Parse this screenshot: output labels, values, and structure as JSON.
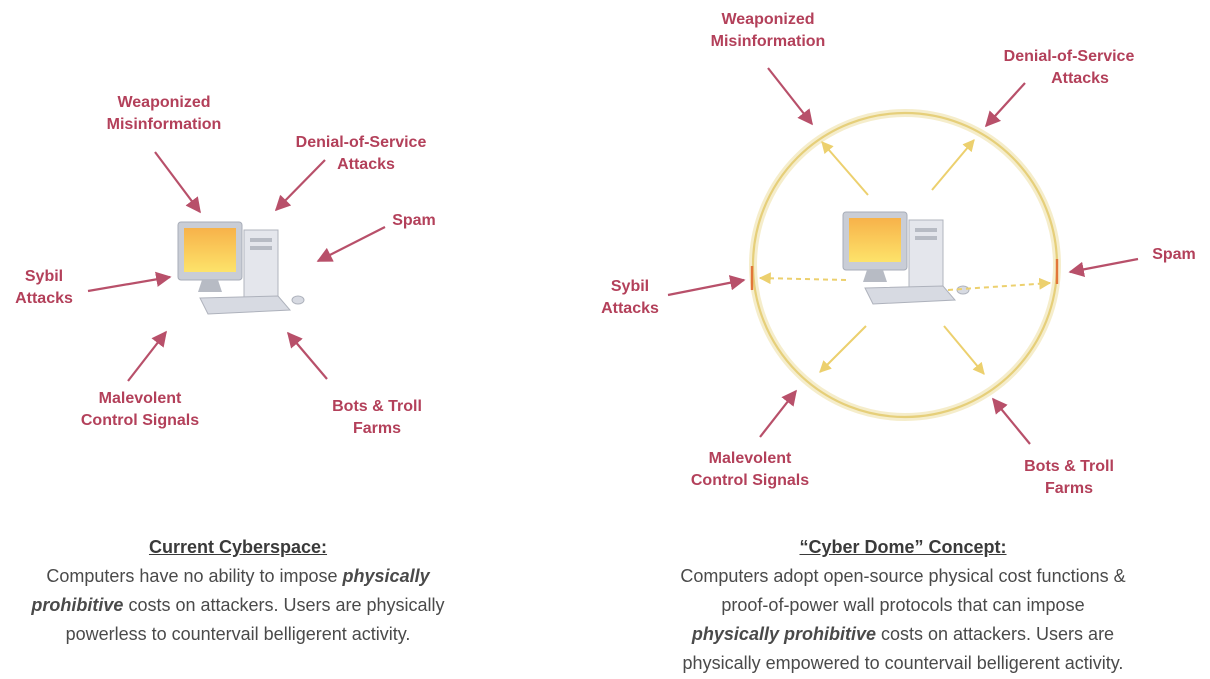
{
  "colors": {
    "threat_label": "#b3405a",
    "threat_arrow": "#b8506a",
    "dome": "#ead78a",
    "deflect_arrow": "#ecd06e",
    "caption_text": "#4a4a4a"
  },
  "left_panel": {
    "threats": {
      "weaponized": [
        "Weaponized",
        "Misinformation"
      ],
      "dos": [
        "Denial-of-Service",
        "Attacks"
      ],
      "spam": [
        "Spam"
      ],
      "sybil": [
        "Sybil",
        "Attacks"
      ],
      "malevolent": [
        "Malevolent",
        "Control Signals"
      ],
      "bots": [
        "Bots & Troll",
        "Farms"
      ]
    },
    "caption": {
      "title": "Current Cyberspace:",
      "line1_pre": "Computers have no ability to impose ",
      "line1_em": "physically",
      "line2_em": "prohibitive",
      "line2_post": " costs on attackers. Users are physically",
      "line3": "powerless to countervail belligerent activity."
    }
  },
  "right_panel": {
    "threats": {
      "weaponized": [
        "Weaponized",
        "Misinformation"
      ],
      "dos": [
        "Denial-of-Service",
        "Attacks"
      ],
      "spam": [
        "Spam"
      ],
      "sybil": [
        "Sybil",
        "Attacks"
      ],
      "malevolent": [
        "Malevolent",
        "Control Signals"
      ],
      "bots": [
        "Bots & Troll",
        "Farms"
      ]
    },
    "caption": {
      "title": "“Cyber Dome” Concept:",
      "line1": "Computers adopt open-source physical cost functions &",
      "line2": "proof-of-power wall protocols that can impose",
      "line3_em": "physically prohibitive",
      "line3_post": " costs on attackers. Users are",
      "line4": "physically empowered to countervail belligerent activity."
    }
  },
  "icons": [
    "computer-icon",
    "computer-icon"
  ]
}
